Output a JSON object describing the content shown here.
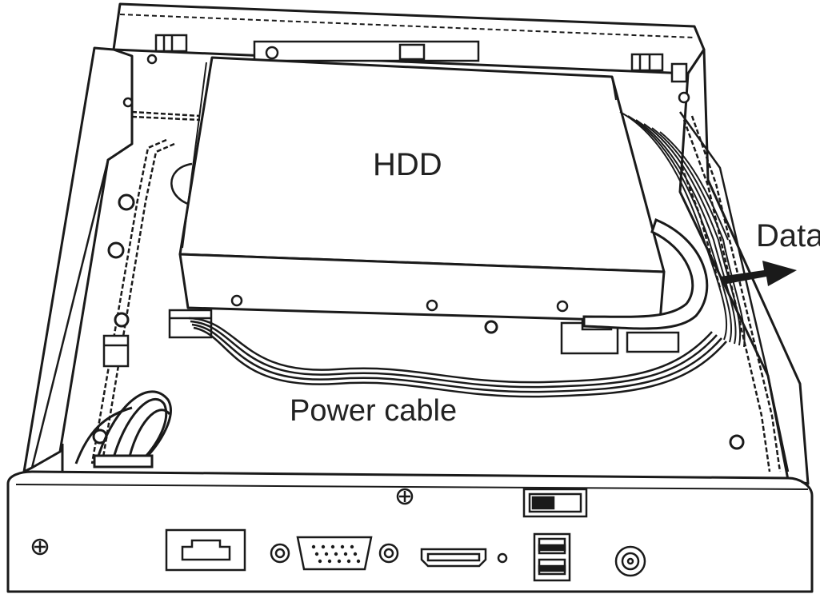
{
  "labels": {
    "hdd": "HDD",
    "data": "Data",
    "power_cable": "Power cable"
  },
  "colors": {
    "line": "#1a1a1a",
    "background": "#ffffff",
    "hdd_fill": "#ffffff"
  }
}
